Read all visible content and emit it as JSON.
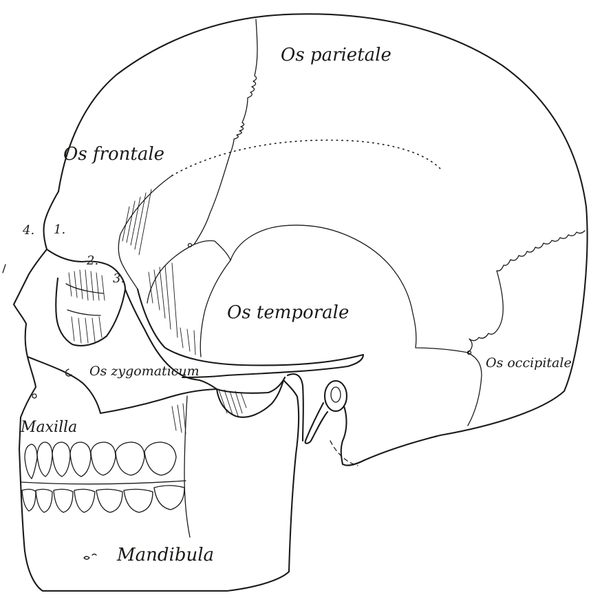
{
  "labels": {
    "parietale": "Os parietale",
    "frontale": "Os frontale",
    "temporale": "Os temporale",
    "zygomaticum": "Os zygomaticum",
    "occipitale": "Os occipitale",
    "maxilla": "Maxilla",
    "mandibula": "Mandibula"
  },
  "markers": {
    "m1": "1.",
    "m2": "2.",
    "m3": "3.",
    "m4": "4."
  },
  "ink_color": "#1b1a18",
  "paper_color": "#ffffff"
}
